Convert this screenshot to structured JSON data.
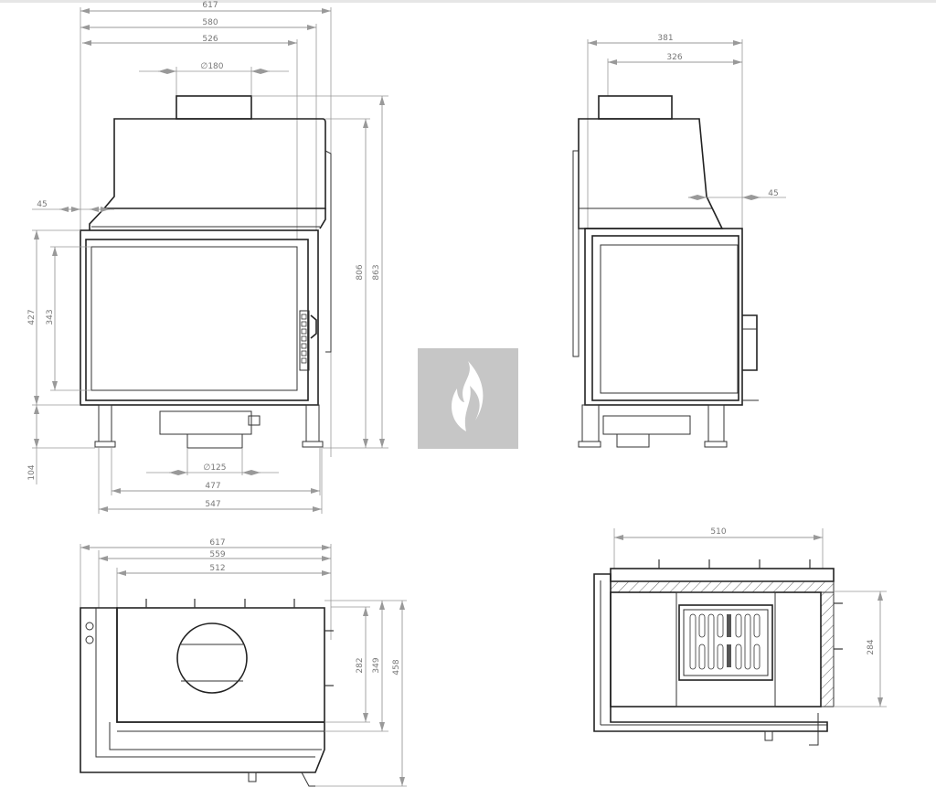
{
  "front_view": {
    "width_overall": "617",
    "width_580": "580",
    "width_526": "526",
    "flue_top": "∅180",
    "offset_45": "45",
    "height_863": "863",
    "height_806": "806",
    "door_427": "427",
    "glass_343": "343",
    "legs_104": "104",
    "flue_bottom": "∅125",
    "base_477": "477",
    "base_547": "547"
  },
  "side_view": {
    "depth_381": "381",
    "depth_326": "326",
    "offset_45": "45"
  },
  "top_view": {
    "width_617": "617",
    "width_559": "559",
    "width_512": "512",
    "depth_282": "282",
    "depth_349": "349",
    "depth_458": "458"
  },
  "section_view": {
    "width_510": "510",
    "depth_284": "284"
  },
  "logo": {
    "name": "flame-logo",
    "bg": "#c6c6c6"
  }
}
